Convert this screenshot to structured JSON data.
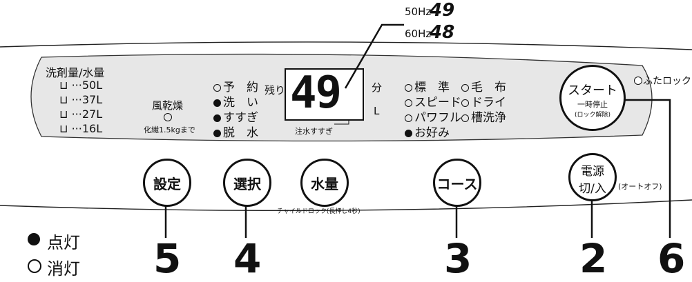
{
  "hz": {
    "hz50_label": "50Hz",
    "hz50_value": "49",
    "hz60_label": "60Hz",
    "hz60_value": "48"
  },
  "water": {
    "title": "洗剤量/水量",
    "levels": [
      "50L",
      "37L",
      "27L",
      "16L"
    ]
  },
  "dry": {
    "label": "風乾燥",
    "sub": "化繊1.5kgまで"
  },
  "steps": [
    {
      "label": "予　約",
      "state": "off"
    },
    {
      "label": "洗　い",
      "state": "on"
    },
    {
      "label": "すすぎ",
      "state": "on"
    },
    {
      "label": "脱　水",
      "state": "on"
    }
  ],
  "display": {
    "remaining_label": "残り",
    "value": "49",
    "unit_min": "分",
    "unit_l": "L",
    "water_note": "注水すすぎ"
  },
  "courses_col1": [
    {
      "label": "標　準",
      "state": "off"
    },
    {
      "label": "スピード",
      "state": "off"
    },
    {
      "label": "パワフル",
      "state": "off"
    },
    {
      "label": "お好み",
      "state": "on"
    }
  ],
  "courses_col2": [
    {
      "label": "毛　布",
      "state": "off"
    },
    {
      "label": "ドライ",
      "state": "off"
    },
    {
      "label": "槽洗浄",
      "state": "off"
    }
  ],
  "start": {
    "line1": "スタート",
    "line2": "一時停止",
    "line3": "(ロック解除)"
  },
  "lid": {
    "label": "ふたロック中"
  },
  "power": {
    "line1": "電源",
    "line2": "切/入",
    "note": "(オートオフ)"
  },
  "buttons": {
    "settei": "設定",
    "sentaku": "選択",
    "suiryo": "水量",
    "course": "コース"
  },
  "child_lock": "チャイルドロック(長押し4秒)",
  "legend": {
    "on": "点灯",
    "off": "消灯"
  },
  "callouts": {
    "c5": "5",
    "c4": "4",
    "c3": "3",
    "c2": "2",
    "c6": "6"
  }
}
